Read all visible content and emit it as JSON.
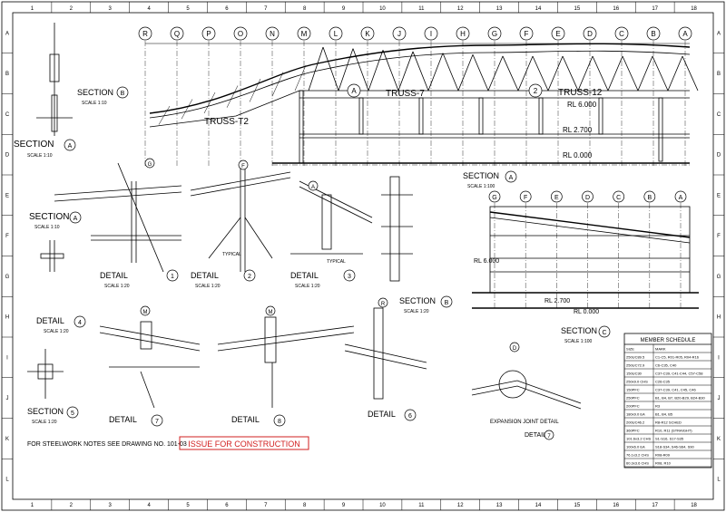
{
  "grid_top": [
    "R",
    "Q",
    "P",
    "O",
    "N",
    "M",
    "L",
    "K",
    "J",
    "I",
    "H",
    "G",
    "F",
    "E",
    "D",
    "C",
    "B",
    "A"
  ],
  "border_cols": [
    "1",
    "2",
    "3",
    "4",
    "5",
    "6",
    "7",
    "8",
    "9",
    "10",
    "11",
    "12",
    "13",
    "14",
    "15",
    "16",
    "17",
    "18"
  ],
  "border_rows": [
    "A",
    "B",
    "C",
    "D",
    "E",
    "F",
    "G",
    "H",
    "I",
    "J",
    "K",
    "L"
  ],
  "labels": {
    "truss_t2": "TRUSS-T2",
    "truss_7": "TRUSS-7",
    "truss_12": "TRUSS-12",
    "rl_6000": "RL 6.000",
    "rl_2700": "RL 2.700",
    "rl_0000": "RL 0.000",
    "section": "SECTION",
    "detail": "DETAIL",
    "scale_1_10": "SCALE 1:10",
    "scale_1_20": "SCALE 1:20",
    "scale_1_100": "SCALE 1:100",
    "typical": "TYPICAL",
    "notes": "FOR STEELWORK NOTES SEE DRAWING NO. 101-03",
    "stamp": "ISSUE FOR CONSTRUCTION",
    "member_schedule": "MEMBER SCHEDULE",
    "expansion": "EXPANSION JOINT DETAIL",
    "elev_grid": [
      "G",
      "F",
      "E",
      "D",
      "C",
      "B",
      "A"
    ]
  },
  "schedule_rows": [
    [
      "SIZE",
      "MARK"
    ],
    [
      "250UC89.5",
      "C1-C5, R01-R05, R04-R16"
    ],
    [
      "250UC72.9",
      "C6-C35, C40"
    ],
    [
      "150UC30",
      "C37-C39, C41-C44, C57-C58"
    ],
    [
      "250x9.0 CHS",
      "C26-C35"
    ],
    [
      "150PFC",
      "C37-C39, C41, C45, C46"
    ],
    [
      "250PFC",
      "B1, B4, B7, B20-B29, B24-B30"
    ],
    [
      "200PFC",
      "R3"
    ],
    [
      "180x9.0 EA",
      "B1, B4, B5"
    ],
    [
      "200UC46.2",
      "R8-R12 SCHED"
    ],
    [
      "360PFC",
      "R10, R11 (STRAIGHT)"
    ],
    [
      "101.6x3.2 CHS",
      "S1-S16, S17-S35"
    ],
    [
      "100x6.0 EA",
      "S18-S34, S46-S64, S90"
    ],
    [
      "76.1x3.2 CHS",
      "R08-R09"
    ],
    [
      "60.3x3.6 CHS",
      "R08, R10"
    ]
  ],
  "callouts": {
    "detail_nums": [
      "1",
      "2",
      "3",
      "4",
      "5",
      "6",
      "7",
      "8"
    ],
    "section_A": "A",
    "section_B": "B",
    "d1": "1",
    "d2": "2",
    "grid_g": "G",
    "grid_f": "F",
    "grid_m": "M",
    "grid_r": "R",
    "grid_c": "C",
    "grid_d": "D",
    "grid_a": "A",
    "grid_n": "N"
  }
}
